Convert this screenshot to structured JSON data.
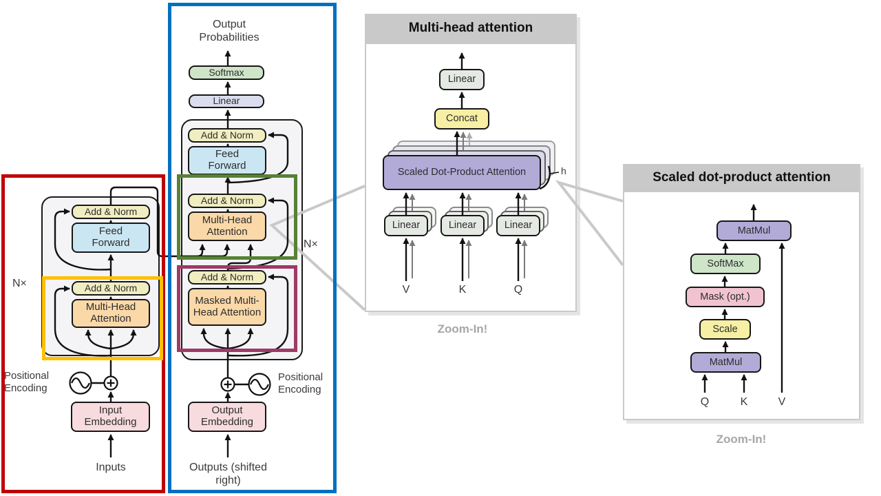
{
  "colors": {
    "frame_encoder_red": "#C00000",
    "frame_decoder_blue": "#0070C0",
    "frame_self_attention_yellow": "#FFC000",
    "frame_cross_attention_green": "#568235",
    "frame_masked_attention_maroon": "#9E3A66",
    "add_norm_fill": "#F0EDC0",
    "feed_forward_fill": "#CBE6F3",
    "attention_fill": "#FAD8A8",
    "softmax_fill": "#CEE5C8",
    "linear_fill": "#DBDDEE",
    "embedding_fill": "#F8DBDE",
    "purple_fill": "#B2ABD8",
    "yellow_fill": "#F6EFA4",
    "mask_fill": "#F1C3D1",
    "linear_gray_fill": "#E5E9E3",
    "block_bg": "#F4F4F6",
    "panel_header_bg": "#C9C9C9",
    "zoom_in_text": "#A6A6A6"
  },
  "encoder_column": {
    "n_label": "N×",
    "add_norm_top": "Add & Norm",
    "feed_forward": "Feed Forward",
    "add_norm_bottom": "Add & Norm",
    "multi_head_attention": "Multi-Head Attention",
    "positional_encoding": "Positional Encoding",
    "input_embedding": "Input Embedding",
    "inputs": "Inputs"
  },
  "decoder_column": {
    "output_probabilities": "Output Probabilities",
    "softmax": "Softmax",
    "linear": "Linear",
    "add_norm_top": "Add & Norm",
    "feed_forward": "Feed Forward",
    "add_norm_mid": "Add & Norm",
    "multi_head_attention": "Multi-Head Attention",
    "n_label": "N×",
    "add_norm_bottom": "Add & Norm",
    "masked_multi_head_attention": "Masked Multi-Head Attention",
    "positional_encoding": "Positional Encoding",
    "output_embedding": "Output Embedding",
    "outputs": "Outputs (shifted right)"
  },
  "multi_head_panel": {
    "title": "Multi-head attention",
    "linear_out": "Linear",
    "concat": "Concat",
    "scaled_dot_product_attention": "Scaled Dot-Product Attention",
    "h_label": "h",
    "linear_v": "Linear",
    "linear_k": "Linear",
    "linear_q": "Linear",
    "v": "V",
    "k": "K",
    "q": "Q",
    "zoom_in": "Zoom-In!"
  },
  "sdpa_panel": {
    "title": "Scaled dot-product attention",
    "matmul_top": "MatMul",
    "softmax": "SoftMax",
    "mask": "Mask (opt.)",
    "scale": "Scale",
    "matmul_bottom": "MatMul",
    "q": "Q",
    "k": "K",
    "v": "V",
    "zoom_in": "Zoom-In!"
  }
}
